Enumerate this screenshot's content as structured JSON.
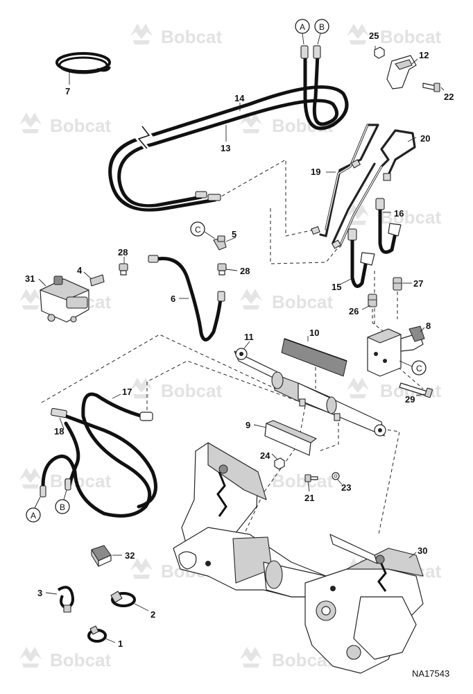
{
  "watermark": {
    "brand": "Bobcat"
  },
  "drawing_code": "NA17543",
  "port_labels": {
    "a": "A",
    "b": "B",
    "c": "C"
  },
  "callouts": {
    "p1": "1",
    "p2": "2",
    "p3": "3",
    "p4": "4",
    "p5": "5",
    "p6": "6",
    "p7": "7",
    "p8": "8",
    "p9": "9",
    "p10": "10",
    "p11": "11",
    "p12": "12",
    "p13": "13",
    "p14": "14",
    "p15": "15",
    "p16": "16",
    "p17": "17",
    "p18": "18",
    "p19": "19",
    "p20": "20",
    "p21": "21",
    "p22": "22",
    "p23": "23",
    "p24": "24",
    "p25": "25",
    "p26": "26",
    "p27": "27",
    "p28a": "28",
    "p28b": "28",
    "p29": "29",
    "p30": "30",
    "p31": "31",
    "p32": "32"
  }
}
